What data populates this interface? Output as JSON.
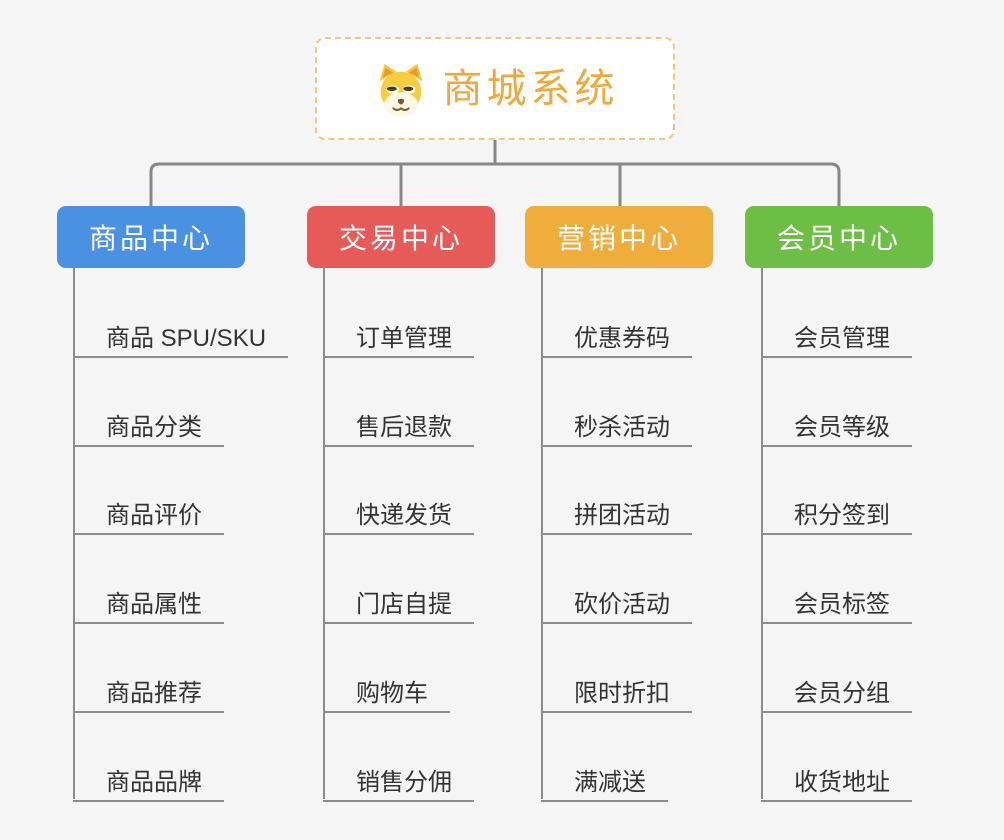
{
  "root": {
    "title": "商城系统",
    "icon": "dog-face-icon",
    "title_color": "#f0a73c",
    "border_color": "#f4c57c"
  },
  "canvas": {
    "background_color": "#f5f5f5",
    "connector_color": "#878787",
    "underline_color": "#8c8c8c"
  },
  "branches": [
    {
      "label": "商品中心",
      "color": "#4b91e2",
      "items": [
        "商品 SPU/SKU",
        "商品分类",
        "商品评价",
        "商品属性",
        "商品推荐",
        "商品品牌"
      ]
    },
    {
      "label": "交易中心",
      "color": "#e65b58",
      "items": [
        "订单管理",
        "售后退款",
        "快递发货",
        "门店自提",
        "购物车",
        "销售分佣"
      ]
    },
    {
      "label": "营销中心",
      "color": "#efad3c",
      "items": [
        "优惠券码",
        "秒杀活动",
        "拼团活动",
        "砍价活动",
        "限时折扣",
        "满减送"
      ]
    },
    {
      "label": "会员中心",
      "color": "#6cbe45",
      "items": [
        "会员管理",
        "会员等级",
        "积分签到",
        "会员标签",
        "会员分组",
        "收货地址"
      ]
    }
  ]
}
